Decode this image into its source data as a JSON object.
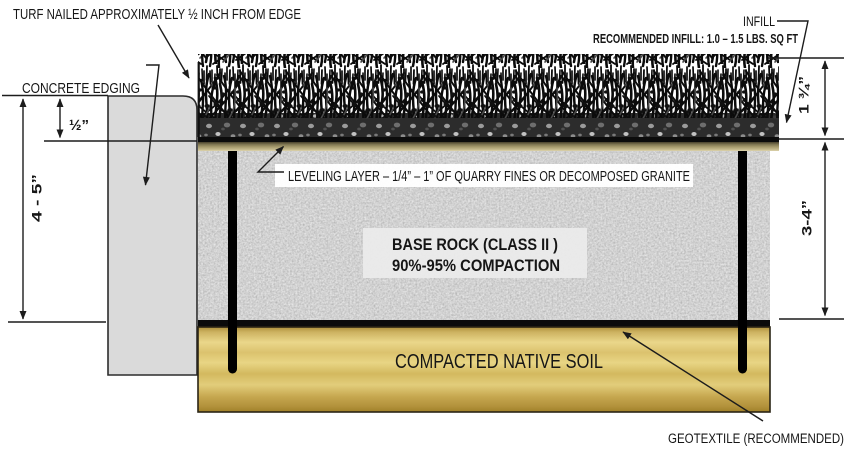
{
  "diagram": {
    "notes": {
      "turf_nailed": "TURF NAILED APPROXIMATELY ½ INCH FROM EDGE",
      "concrete_edging": "CONCRETE EDGING",
      "infill": "INFILL",
      "recommended_infill": "RECOMMENDED INFILL: 1.0 – 1.5  LBS. SQ FT",
      "leveling_layer": "LEVELING LAYER – 1/4” – 1” OF QUARRY FINES OR DECOMPOSED GRANITE",
      "base_rock_line1": "BASE ROCK (CLASS II )",
      "base_rock_line2": "90%-95% COMPACTION",
      "native_soil": "COMPACTED NATIVE SOIL",
      "geotextile": "GEOTEXTILE (RECOMMENDED)"
    },
    "dimensions": {
      "edge_gap": "½”",
      "edging_depth": "4 - 5”",
      "turf_infill_height": "1 ¾”",
      "base_rock_depth": "3-4”"
    },
    "colors": {
      "concrete": "#dadada",
      "leveling_tan": "#a79c6e",
      "soil_gold": "#d9c06c",
      "base_rock_gray": "#c8c8c8",
      "line": "#1c1c1c"
    }
  }
}
